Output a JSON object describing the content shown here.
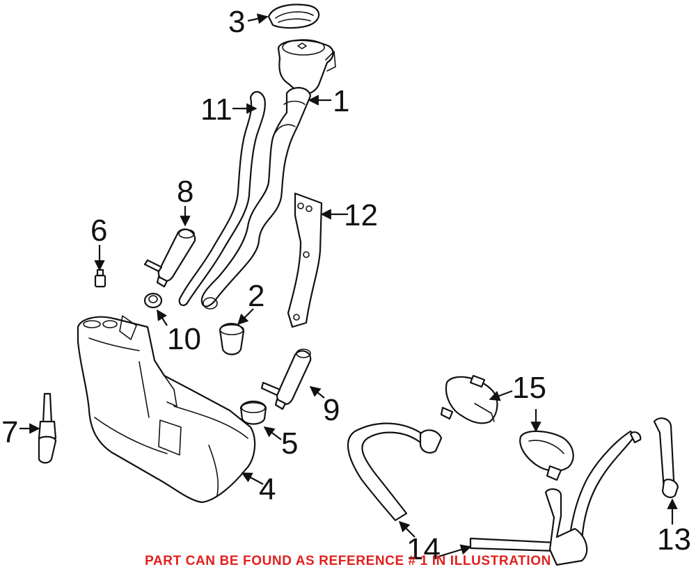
{
  "diagram": {
    "callouts": [
      {
        "id": "1",
        "label": "1"
      },
      {
        "id": "2",
        "label": "2"
      },
      {
        "id": "3",
        "label": "3"
      },
      {
        "id": "4",
        "label": "4"
      },
      {
        "id": "5",
        "label": "5"
      },
      {
        "id": "6",
        "label": "6"
      },
      {
        "id": "7",
        "label": "7"
      },
      {
        "id": "8",
        "label": "8"
      },
      {
        "id": "9",
        "label": "9"
      },
      {
        "id": "10",
        "label": "10"
      },
      {
        "id": "11",
        "label": "11"
      },
      {
        "id": "12",
        "label": "12"
      },
      {
        "id": "13",
        "label": "13"
      },
      {
        "id": "14",
        "label": "14"
      },
      {
        "id": "15",
        "label": "15"
      }
    ],
    "note": "PART CAN BE FOUND AS REFERENCE # 1 IN ILLUSTRATION",
    "note_color": "#e0201e",
    "line_color": "#111111"
  }
}
